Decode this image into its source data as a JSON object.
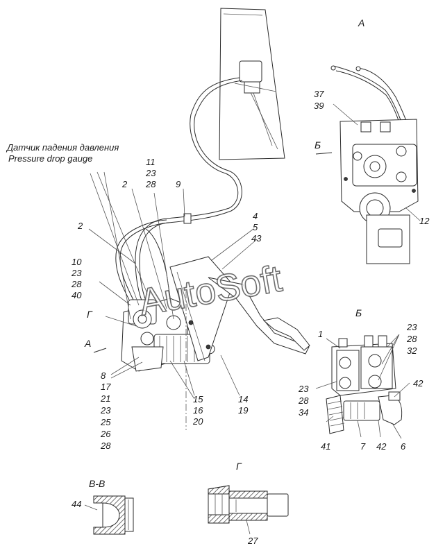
{
  "title_ru": "Датчик падения давления",
  "title_en": "Pressure drop gauge",
  "watermark": "AutoSoft",
  "views": {
    "a": "А",
    "b": "Б",
    "g": "Г",
    "vv": "В-В",
    "g_section": "Г",
    "b_arrow": "Б",
    "a_arrow": "А"
  },
  "callouts": {
    "c_11_23_28": [
      "11",
      "23",
      "28"
    ],
    "c_2_top": "2",
    "c_9": "9",
    "c_2_left": "2",
    "c_4_5_43": [
      "4",
      "5",
      "43"
    ],
    "c_10_23_28_40": [
      "10",
      "23",
      "28",
      "40"
    ],
    "c_8_group": [
      "8",
      "17",
      "21",
      "23",
      "25",
      "26",
      "28"
    ],
    "c_15_16_20": [
      "15",
      "16",
      "20"
    ],
    "c_14_19": [
      "14",
      "19"
    ],
    "c_37_39": [
      "37",
      "39"
    ],
    "c_12": "12",
    "c_1": "1",
    "c_23_28_32": [
      "23",
      "28",
      "32"
    ],
    "c_42_right": "42",
    "c_23_28_34": [
      "23",
      "28",
      "34"
    ],
    "c_41": "41",
    "c_7": "7",
    "c_42_bottom": "42",
    "c_6": "6",
    "c_44": "44",
    "c_27": "27"
  }
}
